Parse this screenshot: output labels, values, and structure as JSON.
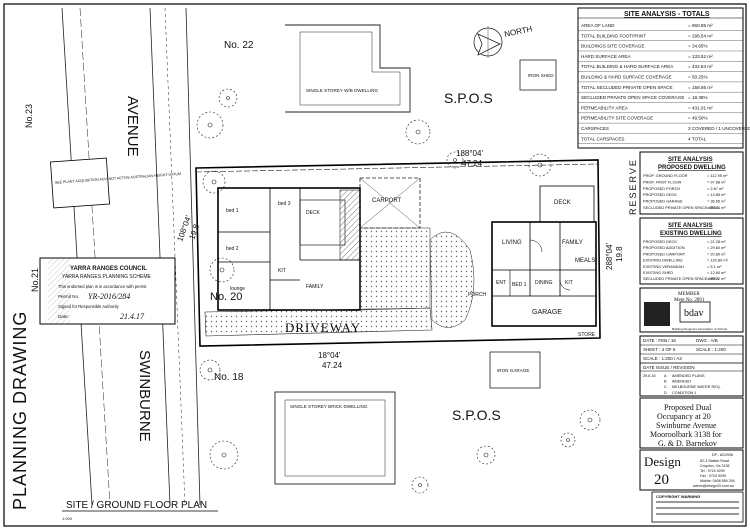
{
  "street": {
    "name": "SWINBURNE AVENUE",
    "word1": "SWINBURNE",
    "word2": "AVENUE"
  },
  "vertical_title": "PLANNING DRAWING",
  "lots": {
    "no22": "No. 22",
    "no20": "No. 20",
    "no18": "No. 18",
    "no23": "No.23",
    "no21": "No.21"
  },
  "spos_top": "S.P.O.S",
  "spos_bottom": "S.P.O.S",
  "reserve": "RESERVE",
  "north": "NORTH",
  "driveway": "DRIVEWAY",
  "bearings": {
    "top": "188°04'",
    "top_len": "47.24",
    "bottom": "18°04'",
    "bottom_len": "47.24",
    "left": "108°04'",
    "left_len": "19.8",
    "right": "288°04'",
    "right_len": "19.8"
  },
  "neighbours": {
    "top": "SINGLE STOREY W/B DWELLING",
    "bottom": "SINGLE STOREY BRICK DWELLING",
    "iron_shed": "IRON SHED",
    "iron_garage": "IRON GARAGE"
  },
  "rooms": {
    "bed1": "bed 1",
    "bed2": "bed 2",
    "bed3": "bed 3",
    "deck_existing": "DECK",
    "family_existing": "FAMILY",
    "lounge": "lounge",
    "kitchen": "KIT",
    "carport": "CARPORT",
    "living": "LIVING",
    "family": "FAMILY",
    "meals": "MEALS",
    "deck": "DECK",
    "garage": "GARAGE",
    "entry": "ENT",
    "kit2": "KIT",
    "bed_new": "BED 1",
    "dining": "DINING",
    "porch": "PORCH",
    "store": "STORE"
  },
  "stamp": {
    "council": "YARRA RANGES COUNCIL",
    "scheme": "YARRA RANGES PLANNING SCHEME",
    "body": "This endorsed plan is in accordance with permit",
    "permit_label": "Permit No.",
    "permit_no": "YR-2016/284",
    "signed": "Signed for Responsible Authority",
    "date_label": "Date:",
    "date": "21.4.17"
  },
  "note_stamp": "SEE PLANT ACQUISITION ADV. NOT ACTIVE AUSTRALIAN HEIGHT DATUM",
  "totals": {
    "title": "SITE ANALYSIS - TOTALS",
    "rows": [
      [
        "AREA OF LAND",
        "= 860.95 m²"
      ],
      [
        "TOTAL BUILDING FOOTPRINT",
        "= 298.54 m²"
      ],
      [
        "BUILDINGS SITE COVERAGE",
        "= 34.65%"
      ],
      [
        "HARD SURFACE AREA",
        "= 133.52 m²"
      ],
      [
        "TOTAL BUILDING & HARD SURFACE AREA",
        "= 432.84 m²"
      ],
      [
        "BUILDING & HARD SURFACE COVERAGE",
        "= 50.25%"
      ],
      [
        "TOTAL SECLUDED PRIVATE OPEN SPACE",
        "= 158.66 m²"
      ],
      [
        "SECLUDED PRIVATE OPEN SPACE COVERAGE",
        "= 18.38%"
      ],
      [
        "PERMEABILITY AREA",
        "= 431.01 m²"
      ],
      [
        "PERMEABILITY SITE COVERAGE",
        "= 49.50%"
      ],
      [
        "CARSPACES",
        "3 COVERED / 1 UNCOVERED"
      ],
      [
        "TOTAL CARSPACES",
        "4 TOTAL"
      ]
    ]
  },
  "proposed": {
    "title1": "SITE ANALYSIS",
    "title2": "PROPOSED DWELLING",
    "rows": [
      [
        "PROP. GROUND FLOOR",
        "= 112.95 m²"
      ],
      [
        "PROP. FIRST FLOOR",
        "= 97.68 m²"
      ],
      [
        "PROPOSED PORCH",
        "= 2.67 m²"
      ],
      [
        "PROPOSED DECK",
        "= 13.85 m²"
      ],
      [
        "PROPOSED GARAGE",
        "= 36.65 m²"
      ],
      [
        "SECLUDED PRIVATE OPEN SPACE AREA",
        "= 55.14 m²"
      ]
    ]
  },
  "existing": {
    "title1": "SITE ANALYSIS",
    "title2": "EXISTING DWELLING",
    "rows": [
      [
        "PROPOSED DECK",
        "= 21.28 m²"
      ],
      [
        "PROPOSED ADDITION",
        "= 29.60 m²"
      ],
      [
        "PROPOSED CARPORT",
        "= 20.89 m²"
      ],
      [
        "EXISTING DWELLING",
        "= 120.80 m²"
      ],
      [
        "EXISTING VERANDAH",
        "= 5.1 m²"
      ],
      [
        "EXISTING SHED",
        "= 12.60 m²"
      ],
      [
        "SECLUDED PRIVATE OPEN SPACE AREA",
        "= 98.72 m²"
      ]
    ]
  },
  "member": {
    "line1": "MEMBER",
    "line2": "Mem No. 2891",
    "bdav": "bdav",
    "tag": "Building Designers Association of Victoria"
  },
  "title_block": {
    "rows": [
      [
        "DATE : FEB / 16",
        "DWG : A/B"
      ],
      [
        "SHEET : 4 OF 5",
        "SCALE : 1:200"
      ],
      [
        "SCALE : 1:200 / A3",
        ""
      ]
    ],
    "revisions_title": "DATE   ISSUE / REVISION",
    "revisions": [
      [
        "29.6.16",
        "A",
        "AMENDED PLANS"
      ],
      [
        "",
        "B",
        "AMENDED"
      ],
      [
        "",
        "C",
        "MELBOURNE WATER REQ."
      ],
      [
        "",
        "D",
        "CONDITION 1"
      ]
    ]
  },
  "project": {
    "line1": "Proposed Dual",
    "line2": "Occupancy at 20",
    "line3": "Swinburne Avenue",
    "line4": "Mooroolbark 3138 for",
    "line5": "G. & D. Barnekov"
  },
  "firm": {
    "name1": "Design",
    "name2": "20",
    "reg": "DP - AD2908",
    "addr1": "62-3 Station Road",
    "addr2": "Croydon, Vic 3136",
    "tel": "Tel : 9724 9299",
    "fax": "Fax : 9724 9299",
    "mob": "Mobile: 0408 589 294",
    "email": "admin@design20.com.au"
  },
  "plan_label": "SITE / GROUND FLOOR PLAN",
  "plan_scale": "1:200",
  "copyright_title": "COPYRIGHT WARNING"
}
